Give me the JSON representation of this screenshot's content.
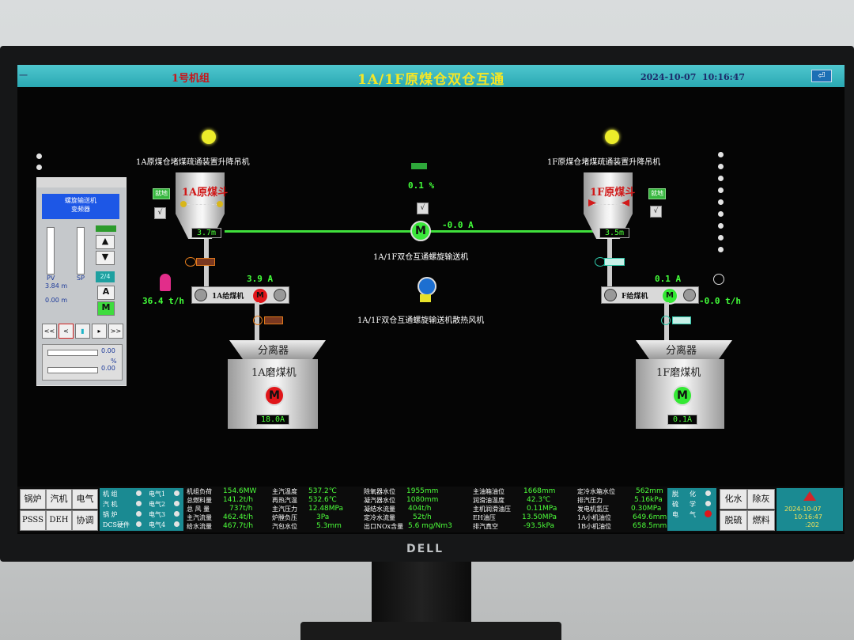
{
  "title_bar": {
    "menu": "一",
    "unit": "1号机组",
    "title": "1A/1F原煤仓双仓互通",
    "date": "2024-10-07",
    "time": "10:16:47",
    "return_icon": "return-arrow-icon"
  },
  "left_hopper": {
    "caption": "1A原煤仓堵煤疏通装置升降吊机",
    "name": "1A原煤斗",
    "level": "3.7m",
    "button": "就地",
    "check": "√",
    "feeder_current": "3.9 A",
    "flow": "36.4 t/h",
    "feeder_name": "1A给煤机",
    "separator": "分离器",
    "mill_name": "1A磨煤机",
    "mill_current": "18.0A",
    "motor": "M"
  },
  "right_hopper": {
    "caption": "1F原煤仓堵煤疏通装置升降吊机",
    "name": "1F原煤斗",
    "level": "3.5m",
    "button": "就地",
    "check": "√",
    "feeder_current": "0.1 A",
    "flow": "-0.0 t/h",
    "feeder_name": "F给煤机",
    "separator": "分离器",
    "mill_name": "1F磨煤机",
    "mill_current": "0.1A",
    "motor": "M"
  },
  "conveyor": {
    "percent": "0.1 %",
    "check": "√",
    "current": "-0.0 A",
    "motor": "M",
    "label": "1A/1F双仓互通螺旋输送机",
    "fan_label": "1A/1F双仓互通螺旋输送机散热风机"
  },
  "control_panel": {
    "title": "螺旋输送机\n变频器",
    "pv_label": "PV",
    "sp_label": "SP",
    "pv_value": "3.84 m",
    "sp_value": "0.00 m",
    "mode": "2/4",
    "btn_a": "A",
    "btn_m": "M",
    "nav": [
      "<<",
      "<",
      "▮",
      "▸",
      ">>"
    ],
    "out_value": "0.00",
    "unit": "%",
    "f_value": "0.00"
  },
  "footer": {
    "sys_buttons": [
      "锅炉",
      "汽机",
      "电气",
      "PSSS",
      "DEH",
      "协调"
    ],
    "status_col1": [
      "机 组",
      "汽 机",
      "锅 炉",
      "DCS硬件"
    ],
    "status_col2": [
      "电气1",
      "电气2",
      "电气3",
      "电气4"
    ],
    "params": [
      {
        "l": "机组负荷",
        "v": "154.6MW"
      },
      {
        "l": "总燃料量",
        "v": "141.2t/h"
      },
      {
        "l": "总 风 量",
        "v": "737t/h"
      },
      {
        "l": "主汽流量",
        "v": "462.4t/h"
      },
      {
        "l": "给水流量",
        "v": "467.7t/h"
      },
      {
        "l": "主汽温度",
        "v": "537.2℃"
      },
      {
        "l": "再热汽温",
        "v": "532.6℃"
      },
      {
        "l": "主汽压力",
        "v": "12.48MPa"
      },
      {
        "l": "炉膛负压",
        "v": "3Pa"
      },
      {
        "l": "汽包水位",
        "v": "5.3mm"
      },
      {
        "l": "除氧器水位",
        "v": "1955mm"
      },
      {
        "l": "凝汽器水位",
        "v": "1080mm"
      },
      {
        "l": "凝结水流量",
        "v": "404t/h"
      },
      {
        "l": "定冷水流量",
        "v": "52t/h"
      },
      {
        "l": "出口NOx含量",
        "v": "5.6 mg/Nm3"
      },
      {
        "l": "主油箱油位",
        "v": "1668mm"
      },
      {
        "l": "润滑油温度",
        "v": "42.3℃"
      },
      {
        "l": "主机润滑油压",
        "v": "0.11MPa"
      },
      {
        "l": "EH油压",
        "v": "13.50MPa"
      },
      {
        "l": "排汽真空",
        "v": "-93.5kPa"
      },
      {
        "l": "定冷水箱水位",
        "v": "562mm"
      },
      {
        "l": "排汽压力",
        "v": "5.16kPa"
      },
      {
        "l": "发电机氢压",
        "v": "0.30MPa"
      },
      {
        "l": "1A小机油位",
        "v": "649.6mm"
      },
      {
        "l": "1B小机油位",
        "v": "658.5mm"
      }
    ],
    "chem": [
      "脱",
      "硫",
      "电",
      "化",
      "学",
      "气"
    ],
    "right_buttons": [
      "化水",
      "除灰",
      "脱硫",
      "燃料"
    ],
    "logo_date": "2024-10-07",
    "logo_time": "10:16:47",
    "logo_extra": ":202"
  },
  "monitor_brand": "DELL",
  "colors": {
    "title_bg": "#2aa8b3",
    "value_green": "#43ff3a",
    "alarm_red": "#e0161a",
    "run_green": "#33e833"
  }
}
